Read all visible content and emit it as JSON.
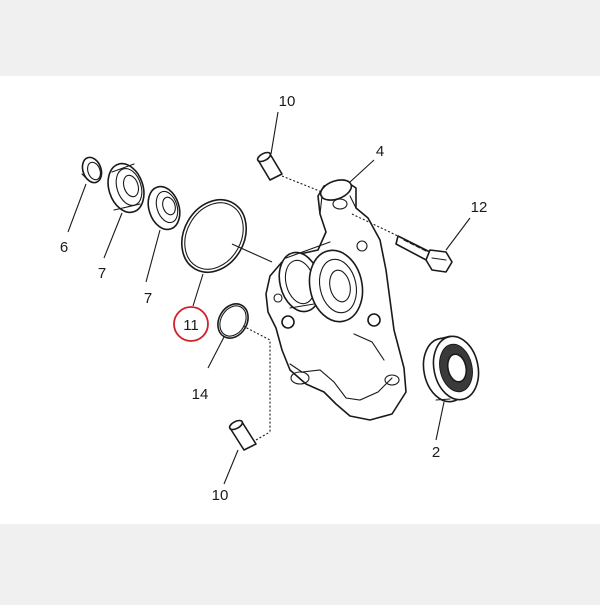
{
  "colors": {
    "page_band": "#f0f0f0",
    "canvas": "#ffffff",
    "line": "#1a1a1a",
    "highlight": "#d0202a"
  },
  "callouts": {
    "top_pin": "10",
    "bracket": "4",
    "bolt": "12",
    "circlip": "6",
    "bearing_outer": "7",
    "bearing_inner": "7",
    "oring_large": "11",
    "oring_small": "14",
    "roller_bearing": "2",
    "bottom_pin": "10"
  },
  "highlighted_callout": "11"
}
